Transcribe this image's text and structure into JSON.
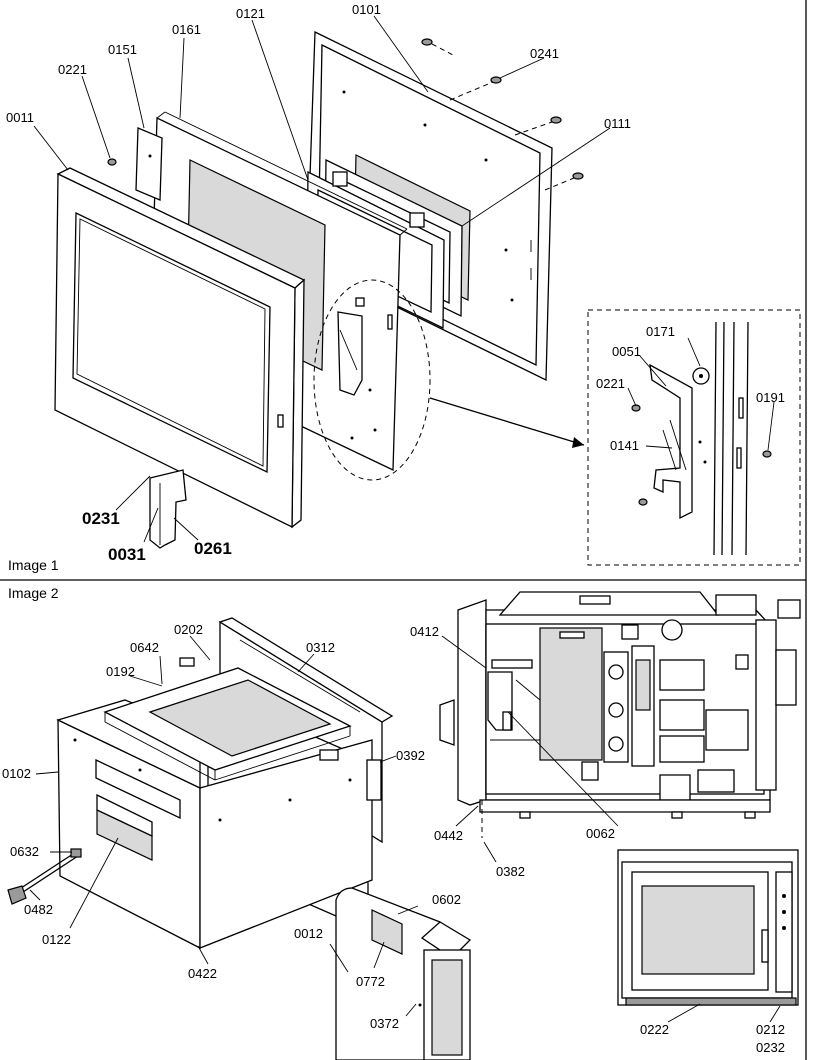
{
  "captions": {
    "image1": "Image 1",
    "image2": "Image 2"
  },
  "callouts": {
    "c0011": "0011",
    "c0221a": "0221",
    "c0151": "0151",
    "c0161": "0161",
    "c0121": "0121",
    "c0101": "0101",
    "c0241": "0241",
    "c0111": "0111",
    "c0171": "0171",
    "c0051": "0051",
    "c0221b": "0221",
    "c0191": "0191",
    "c0141": "0141",
    "c0231": "0231",
    "c0031": "0031",
    "c0261": "0261",
    "c0642": "0642",
    "c0202": "0202",
    "c0312": "0312",
    "c0192": "0192",
    "c0102": "0102",
    "c0392": "0392",
    "c0632": "0632",
    "c0482": "0482",
    "c0122": "0122",
    "c0422": "0422",
    "c0012": "0012",
    "c0602": "0602",
    "c0772": "0772",
    "c0372": "0372",
    "c0412": "0412",
    "c0442": "0442",
    "c0062": "0062",
    "c0382": "0382",
    "c0222": "0222",
    "c0212": "0212",
    "c0232": "0232"
  }
}
